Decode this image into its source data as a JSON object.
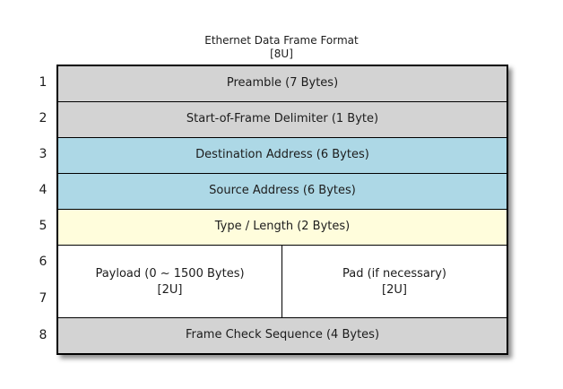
{
  "title": {
    "line1": "Ethernet Data Frame Format",
    "line2": "[8U]"
  },
  "row_numbers": [
    "1",
    "2",
    "3",
    "4",
    "5",
    "6",
    "7",
    "8"
  ],
  "rows": [
    {
      "label": "Preamble (7 Bytes)",
      "color": "#D3D3D3"
    },
    {
      "label": "Start-of-Frame Delimiter (1 Byte)",
      "color": "#D3D3D3"
    },
    {
      "label": "Destination Address (6 Bytes)",
      "color": "#ADD8E6"
    },
    {
      "label": "Source Address (6 Bytes)",
      "color": "#ADD8E6"
    },
    {
      "label": "Type / Length (2 Bytes)",
      "color": "#FFFDDC"
    },
    {
      "color": "#FFFFFF",
      "left": {
        "label": "Payload (0 ~ 1500 Bytes)",
        "sub": "[2U]"
      },
      "right": {
        "label": "Pad (if necessary)",
        "sub": "[2U]"
      }
    },
    {
      "label": "Frame Check Sequence (4 Bytes)",
      "color": "#D3D3D3"
    }
  ]
}
